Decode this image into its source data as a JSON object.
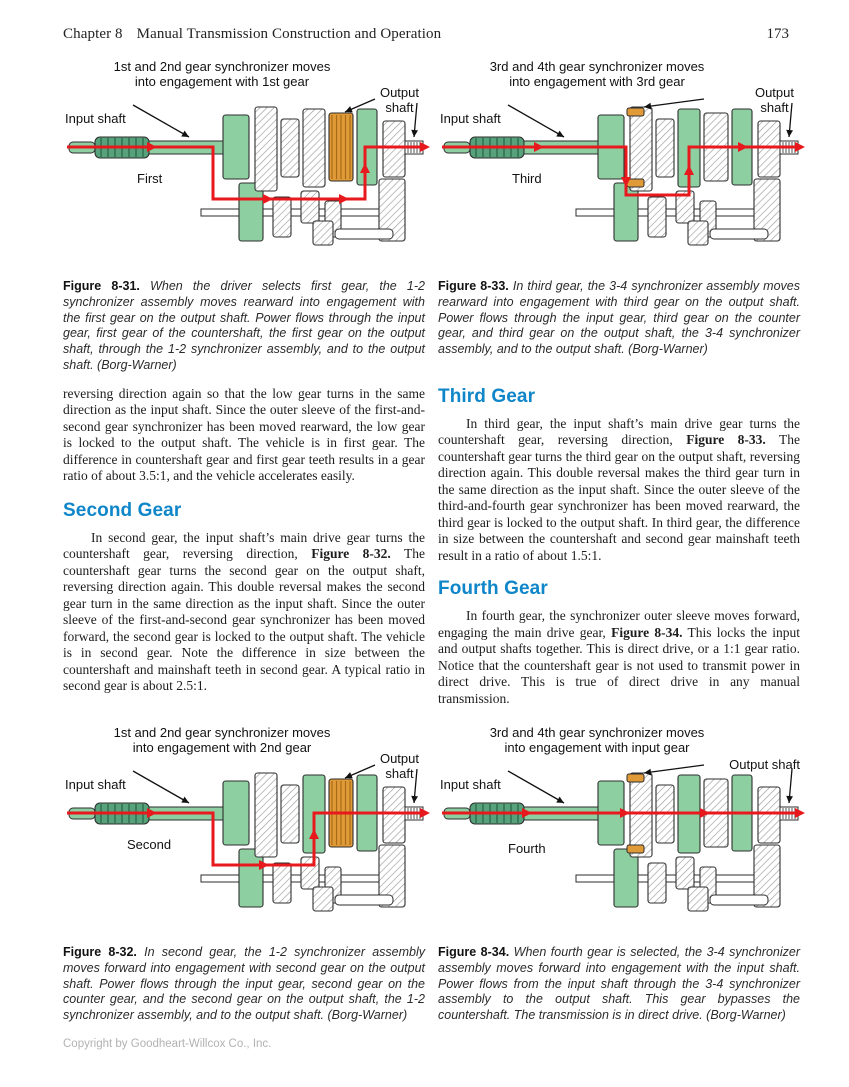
{
  "page": {
    "chapter": "Chapter 8",
    "chapter_title": "Manual Transmission Construction and Operation",
    "page_number": "173",
    "copyright": "Copyright by Goodheart-Willcox Co., Inc."
  },
  "colors": {
    "heading_blue": "#0e86c9",
    "power_flow_red": "#e8191d",
    "shaft_green": "#8ecfa2",
    "synchronizer_orange": "#e09b38"
  },
  "figures": {
    "fig31": {
      "variant": "first",
      "callout_line1": "1st and 2nd gear synchronizer moves",
      "callout_line2": "into engagement with 1st gear",
      "input_label": "Input shaft",
      "output_line1": "Output",
      "output_line2": "shaft",
      "gear_label": "First",
      "caption_lead": "Figure 8-31.",
      "caption_text": "When the driver selects first gear, the 1-2 synchronizer assembly moves rearward into engagement with the first gear on the output shaft. Power flows through the input gear, first gear of the countershaft, the first gear on the output shaft, through the 1-2 synchronizer assembly, and to the output shaft. (Borg-Warner)"
    },
    "fig33": {
      "variant": "third",
      "callout_line1": "3rd and 4th gear synchronizer moves",
      "callout_line2": "into engagement with 3rd gear",
      "input_label": "Input shaft",
      "output_line1": "Output",
      "output_line2": "shaft",
      "gear_label": "Third",
      "caption_lead": "Figure 8-33.",
      "caption_text": "In third gear, the 3-4 synchronizer assembly moves rearward into engagement with third gear on the output shaft. Power flows through the input gear, third gear on the counter gear, and third gear on the output shaft, the 3-4 synchronizer assembly, and to the output shaft. (Borg-Warner)"
    },
    "fig32": {
      "variant": "second",
      "callout_line1": "1st and 2nd gear synchronizer moves",
      "callout_line2": "into engagement with 2nd gear",
      "input_label": "Input shaft",
      "output_line1": "Output",
      "output_line2": "shaft",
      "gear_label": "Second",
      "caption_lead": "Figure 8-32.",
      "caption_text": "In second gear, the 1-2 synchronizer assembly moves forward into engagement with second gear on the output shaft. Power flows through the input gear, second gear on the counter gear, and the second gear on the output shaft, the 1-2 synchronizer assembly, and to the output shaft. (Borg-Warner)"
    },
    "fig34": {
      "variant": "fourth",
      "callout_line1": "3rd and 4th gear synchronizer moves",
      "callout_line2": "into engagement with input gear",
      "input_label": "Input shaft",
      "output_line1": "Output shaft",
      "output_line2": "",
      "gear_label": "Fourth",
      "caption_lead": "Figure 8-34.",
      "caption_text": "When fourth gear is selected, the 3-4 synchronizer assembly moves forward into engagement with the input shaft. Power flows from the input shaft through the 3-4 synchronizer assembly to the output shaft. This gear bypasses the countershaft. The transmission is in direct drive. (Borg-Warner)"
    }
  },
  "sections": {
    "intro_paragraph": "reversing direction again so that the low gear turns in the same direction as the input shaft. Since the outer sleeve of the first-and-second gear synchronizer has been moved rearward, the low gear is locked to the output shaft. The vehicle is in first gear. The difference in countershaft gear and first gear teeth results in a gear ratio of about 3.5:1, and the vehicle accelerates easily.",
    "second_gear": {
      "heading": "Second Gear",
      "para_before": "In second gear, the input shaft’s main drive gear turns the countershaft gear, reversing direction, ",
      "para_figref": "Figure 8-32.",
      "para_after": " The countershaft gear turns the second gear on the output shaft, reversing direction again. This double reversal makes the second gear turn in the same direction as the input shaft. Since the outer sleeve of the first-and-second gear synchronizer has been moved forward, the second gear is locked to the output shaft. The vehicle is in second gear. Note the difference in size between the countershaft and mainshaft teeth in second gear. A typical ratio in second gear is about 2.5:1."
    },
    "third_gear": {
      "heading": "Third Gear",
      "para_before": "In third gear, the input shaft’s main drive gear turns the countershaft gear, reversing direction, ",
      "para_figref": "Figure 8-33.",
      "para_after": " The countershaft gear turns the third gear on the output shaft, reversing direction again. This double reversal makes the third gear turn in the same direction as the input shaft. Since the outer sleeve of the third-and-fourth gear synchronizer has been moved rearward, the third gear is locked to the output shaft. In third gear, the difference in size between the countershaft and second gear mainshaft teeth result in a ratio of about 1.5:1."
    },
    "fourth_gear": {
      "heading": "Fourth Gear",
      "para_before": "In fourth gear, the synchronizer outer sleeve moves forward, engaging the main drive gear, ",
      "para_figref": "Figure 8-34.",
      "para_after": " This locks the input and output shafts together. This is direct drive, or a 1:1 gear ratio. Notice that the countershaft gear is not used to transmit power in direct drive. This is true of direct drive in any manual transmission."
    }
  }
}
